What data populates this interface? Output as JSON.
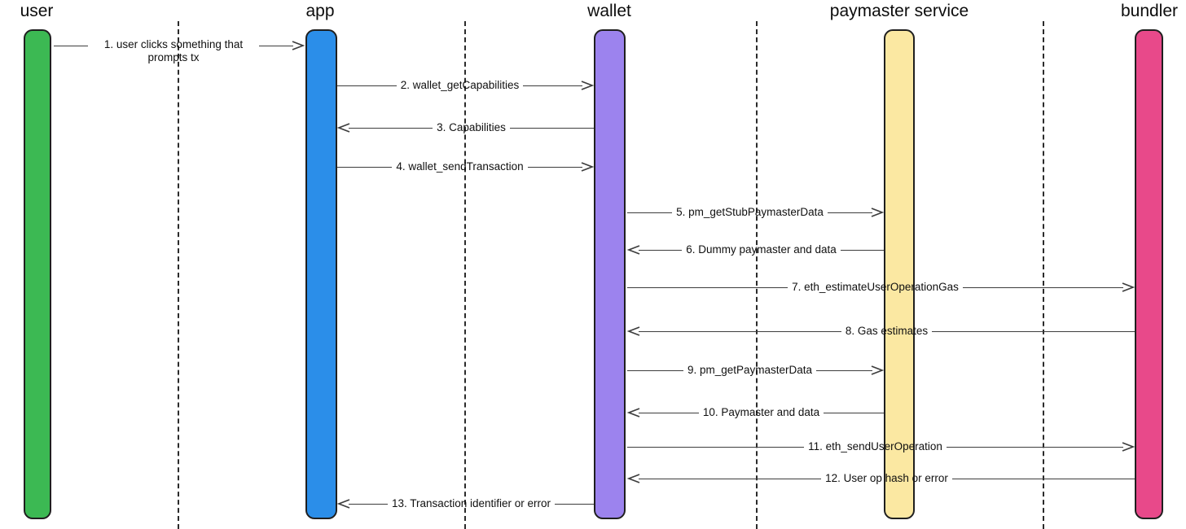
{
  "diagram": {
    "title": "sequence diagram",
    "participants": [
      {
        "id": "user",
        "label": "user",
        "color": "#3cb953"
      },
      {
        "id": "app",
        "label": "app",
        "color": "#2b8ee9"
      },
      {
        "id": "wallet",
        "label": "wallet",
        "color": "#9c83ee"
      },
      {
        "id": "paymaster",
        "label": "paymaster service",
        "color": "#fbe8a2"
      },
      {
        "id": "bundler",
        "label": "bundler",
        "color": "#e8498a"
      }
    ],
    "messages": [
      {
        "num": 1,
        "label": "1. user clicks something that prompts tx",
        "from": "user",
        "to": "app",
        "direction": "right"
      },
      {
        "num": 2,
        "label": "2. wallet_getCapabilities",
        "from": "app",
        "to": "wallet",
        "direction": "right"
      },
      {
        "num": 3,
        "label": "3. Capabilities",
        "from": "wallet",
        "to": "app",
        "direction": "left"
      },
      {
        "num": 4,
        "label": "4. wallet_sendTransaction",
        "from": "app",
        "to": "wallet",
        "direction": "right"
      },
      {
        "num": 5,
        "label": "5. pm_getStubPaymasterData",
        "from": "wallet",
        "to": "paymaster",
        "direction": "right"
      },
      {
        "num": 6,
        "label": "6. Dummy paymaster and data",
        "from": "paymaster",
        "to": "wallet",
        "direction": "left"
      },
      {
        "num": 7,
        "label": "7. eth_estimateUserOperationGas",
        "from": "wallet",
        "to": "bundler",
        "direction": "right"
      },
      {
        "num": 8,
        "label": "8. Gas estimates",
        "from": "bundler",
        "to": "wallet",
        "direction": "left"
      },
      {
        "num": 9,
        "label": "9. pm_getPaymasterData",
        "from": "wallet",
        "to": "paymaster",
        "direction": "right"
      },
      {
        "num": 10,
        "label": "10. Paymaster and data",
        "from": "paymaster",
        "to": "wallet",
        "direction": "left"
      },
      {
        "num": 11,
        "label": "11. eth_sendUserOperation",
        "from": "wallet",
        "to": "bundler",
        "direction": "right"
      },
      {
        "num": 12,
        "label": "12. User op hash or error",
        "from": "bundler",
        "to": "wallet",
        "direction": "left"
      },
      {
        "num": 13,
        "label": "13. Transaction identifier or error",
        "from": "wallet",
        "to": "app",
        "direction": "left"
      }
    ],
    "line_color": "#3d3d3d"
  }
}
